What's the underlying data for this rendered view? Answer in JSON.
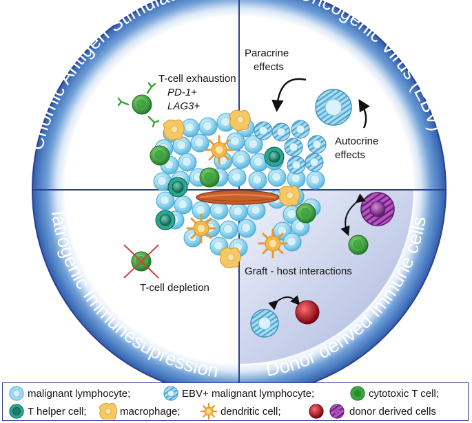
{
  "quadrants": {
    "top_left": {
      "title": "Chornic Antigen Stimulation"
    },
    "top_right": {
      "title": "Oncogenic Virus (EBV)"
    },
    "bottom_left": {
      "title": "Iatrogenic Immunesupression"
    },
    "bottom_right": {
      "title": "Donor derived Immune cells"
    }
  },
  "annotations": {
    "exhaustion_title": "T-cell exhaustion",
    "exhaustion_marker_1": "PD-1+",
    "exhaustion_marker_2": "LAG3+",
    "paracrine_line1": "Paracrine",
    "paracrine_line2": "effects",
    "autocrine_line1": "Autocrine",
    "autocrine_line2": "effects",
    "depletion": "T-cell depletion",
    "graft_host": "Graft - host interactions"
  },
  "legend": {
    "malignant_lymphocyte": "malignant lymphocyte;",
    "ebv_lymphocyte": "EBV+ malignant lymphocyte;",
    "cytotoxic_t": "cytotoxic T cell;",
    "t_helper": "T helper cell;",
    "macrophage": "macrophage;",
    "dendritic": "dendritic cell;",
    "donor_cells": "donor derived cells"
  },
  "colors": {
    "ring_blue": "#2f64b0",
    "outline_navy": "#2d3f8f",
    "malignant_blue": "#8fd3ef",
    "cytotoxic_green": "#3aa63a",
    "helper_teal": "#1e8f7a",
    "macrophage_yellow": "#f2c45a",
    "dendritic_orange": "#f0a030",
    "donor_red": "#b0101e",
    "donor_purple": "#8e2f9a"
  }
}
